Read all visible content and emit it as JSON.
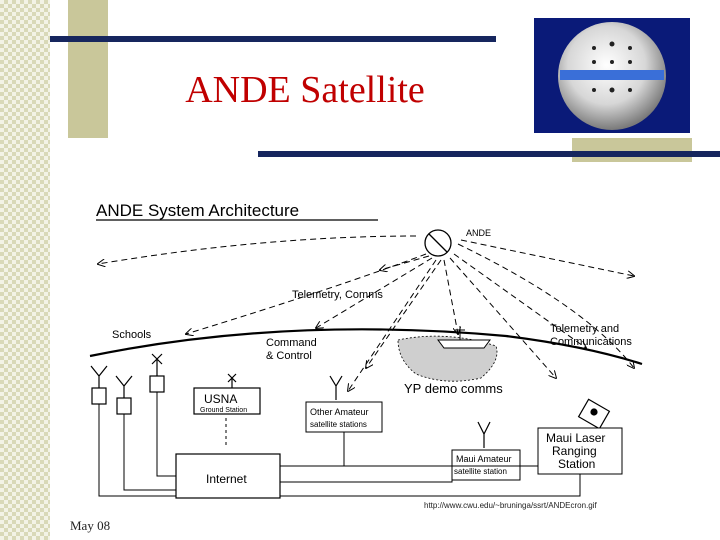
{
  "slide": {
    "title": "ANDE Satellite",
    "footer": "May 08",
    "credit_url": "http://www.cwu.edu/~bruninga/ssrt/ANDEcron.gif"
  },
  "colors": {
    "title": "#c00000",
    "navy": "#16265e",
    "olive": "#c9c79a"
  },
  "diagram": {
    "heading": "ANDE System  Architecture",
    "satellite_label": "ANDE",
    "labels": {
      "telemetry_comms": "Telemetry, Comms",
      "schools": "Schools",
      "command_control_1": "Command",
      "command_control_2": "& Control",
      "telemetry_comm_1": "Telemetry and",
      "telemetry_comm_2": "Communications",
      "yp_demo": "YP demo comms",
      "usna_1": "USNA",
      "usna_2": "Ground Station",
      "other_amateur_1": "Other Amateur",
      "other_amateur_2": "satellite stations",
      "maui_amateur_1": "Maui  Amateur",
      "maui_amateur_2": "satellite station",
      "maui_laser_1": "Maui Laser",
      "maui_laser_2": "Ranging",
      "maui_laser_3": "Station",
      "internet": "Internet"
    }
  }
}
